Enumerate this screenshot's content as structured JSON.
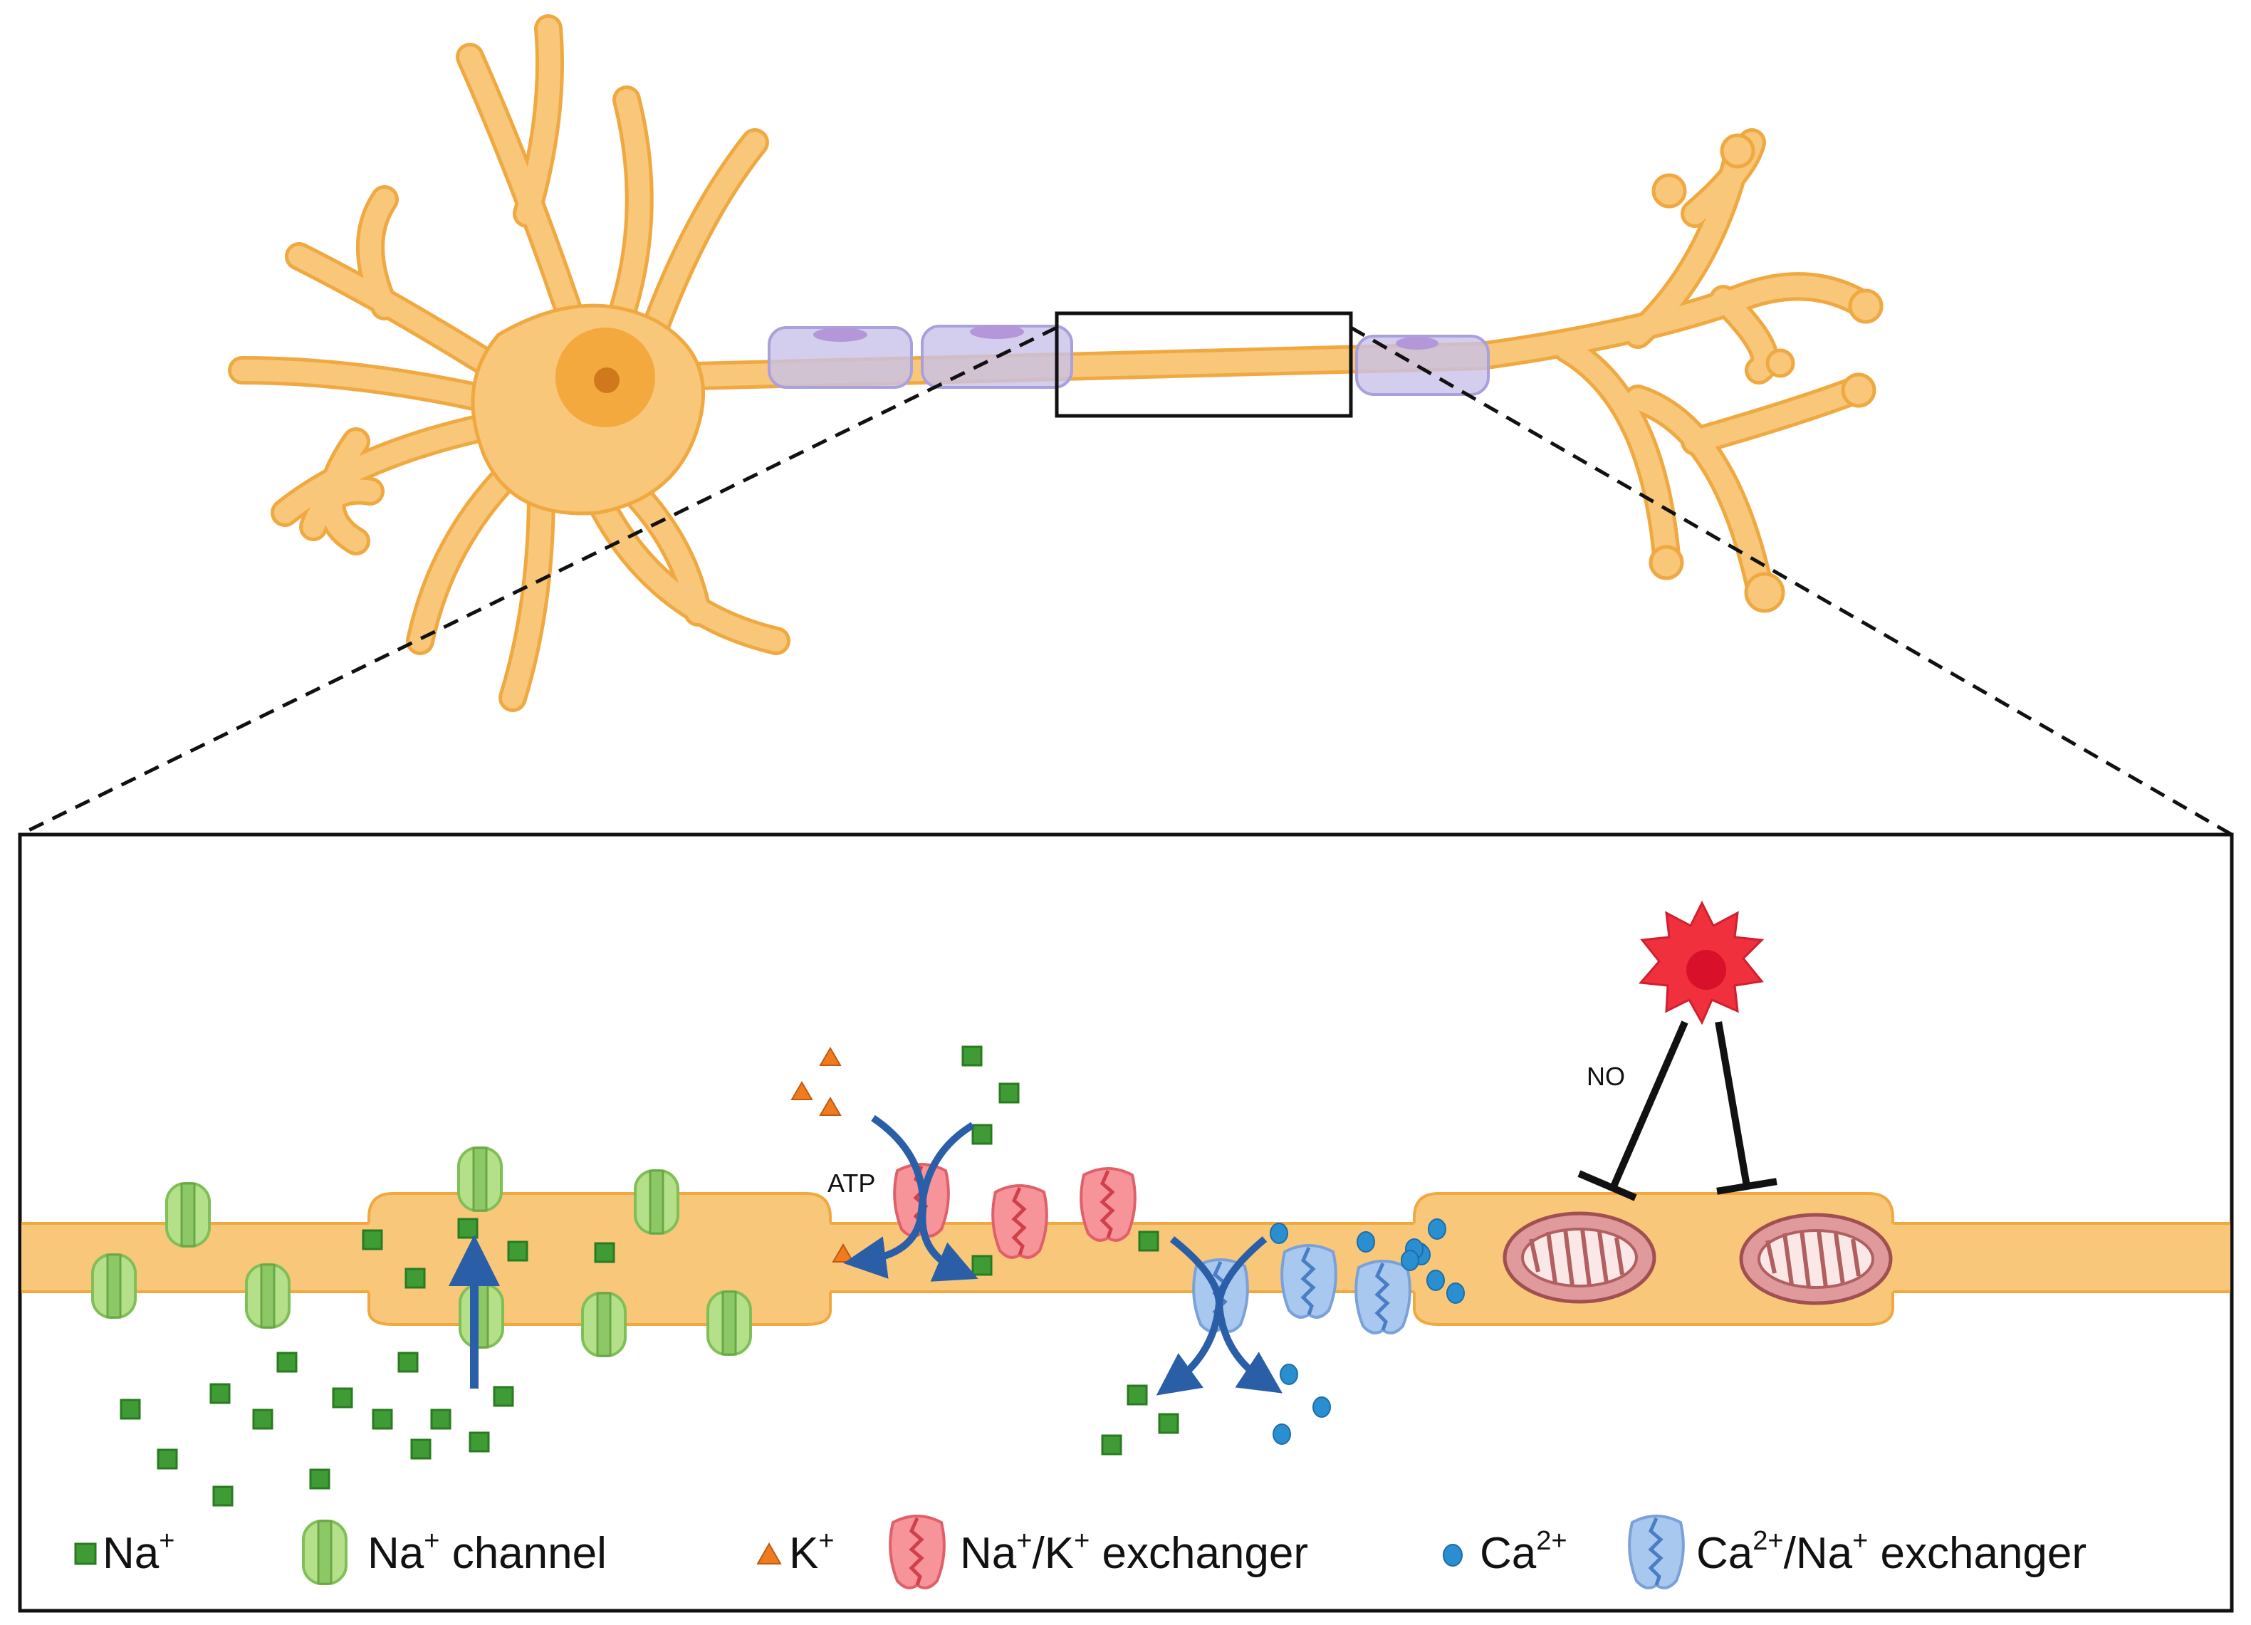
{
  "labels": {
    "atp": "ATP",
    "no": "NO"
  },
  "legend": {
    "na_ion": {
      "base": "Na",
      "sup": "+"
    },
    "na_channel": {
      "base": "Na",
      "sup": "+",
      "rest": " channel"
    },
    "k_ion": {
      "base": "K",
      "sup": "+"
    },
    "nak_exchanger": {
      "p1": "Na",
      "s1": "+",
      "p2": "/K",
      "s2": "+",
      "rest": " exchanger"
    },
    "ca_ion": {
      "base": "Ca",
      "sup": "2+"
    },
    "cana_exchanger": {
      "p1": "Ca",
      "s1": "2+",
      "p2": "/Na",
      "s2": "+",
      "rest": " exchanger"
    }
  },
  "colors": {
    "neuron": "#f8c77a",
    "neuron_outline": "#f0a940",
    "myelin": "#c8c2e8",
    "na_ion": "#3f9c35",
    "na_channel": "#a8dc7c",
    "k_ion": "#f07b1e",
    "nak_exchanger": "#f47c84",
    "ca_ion": "#2a8fd0",
    "cana_exchanger": "#8fb8ea",
    "arrow": "#2a5fa8",
    "microglia": "#f0303c",
    "mitochondria": "#d9898c"
  },
  "icons": [
    "neuron-cell",
    "myelin-sheath",
    "na-channel-icon",
    "nak-exchanger-icon",
    "cana-exchanger-icon",
    "mitochondrion-icon",
    "microglia-icon",
    "inhibition-arrow-icon"
  ]
}
